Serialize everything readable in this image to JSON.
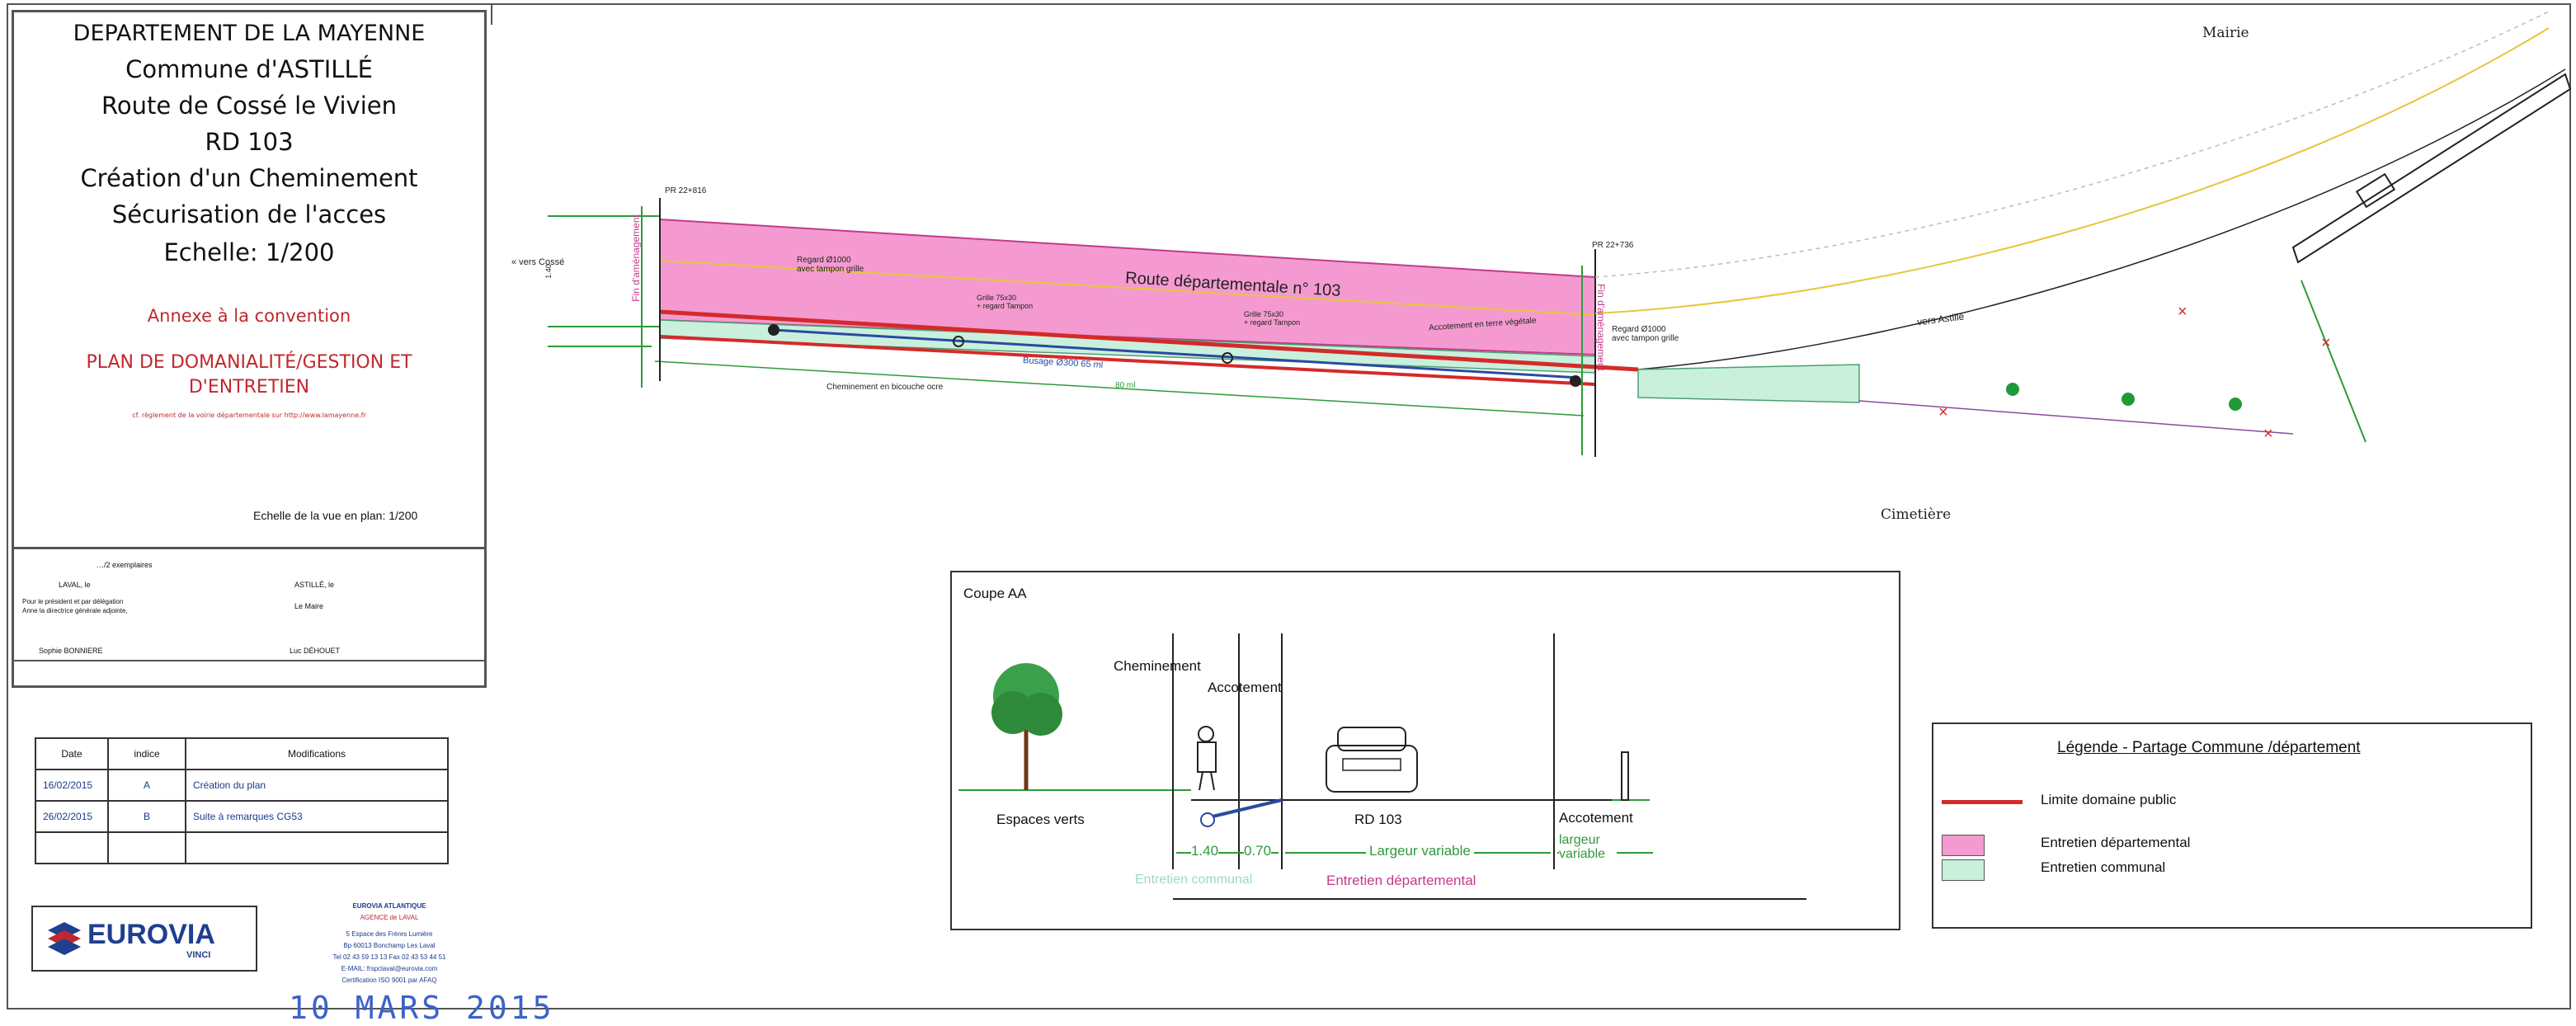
{
  "title_block": {
    "lines": [
      "DEPARTEMENT DE LA MAYENNE",
      "Commune d'ASTILLÉ",
      "Route de Cossé le Vivien",
      "RD 103",
      "Création d'un Cheminement",
      "Sécurisation de l'acces",
      "Echelle: 1/200"
    ],
    "annex": "Annexe à la convention",
    "plan_title": "PLAN DE DOMANIALITÉ/GESTION ET D'ENTRETIEN",
    "note": "cf. règlement de la voirie départementale sur http://www.lamayenne.fr",
    "scale_view": "Echelle de la vue en plan: 1/200"
  },
  "signatures": {
    "copies": "…/2 exemplaires",
    "left_place": "LAVAL, le",
    "right_place": "ASTILLÉ, le",
    "left_role": "Pour le président et par délégation\nAnne la directrice générale adjointe,",
    "right_role": "Le Maire",
    "left_name": "Sophie BONNIERE",
    "right_name": "Luc DÉHOUET"
  },
  "revisions": {
    "headers": [
      "Date",
      "indice",
      "Modifications"
    ],
    "rows": [
      {
        "date": "16/02/2015",
        "indice": "A",
        "mod": "Création du plan"
      },
      {
        "date": "26/02/2015",
        "indice": "B",
        "mod": "Suite à remarques CG53"
      },
      {
        "date": "",
        "indice": "",
        "mod": ""
      }
    ]
  },
  "company": {
    "logo_text": "EUROVIA",
    "logo_sub": "VINCI",
    "name": "EUROVIA ATLANTIQUE",
    "agency": "AGENCE de LAVAL",
    "address": [
      "5 Espace des Frères Lumière",
      "Bp 60013 Bonchamp Les Laval",
      "Tel 02 43 59 13 13 Fax 02 43 53 44 51",
      "E-MAIL: frspclaval@eurovia.com",
      "Certification ISO 9001 par AFAQ"
    ]
  },
  "stamp": "10 MARS 2015",
  "plan": {
    "mairie": "Mairie",
    "cimetiere": "Cimetière",
    "road_label": "Route départementale n° 103",
    "vers_cosse": "« vers Cossé",
    "vers_astille": "vers Astillé",
    "pr_left": "PR 22+816",
    "pr_right": "PR 22+736",
    "fin_left": "Fin d'aménagement",
    "fin_right": "Fin d'aménagement",
    "regard_left": "Regard Ø1000\navec tampon grille",
    "regard_right": "Regard Ø1000\navec tampon grille",
    "grille1": "Grille 75x30\n+ regard Tampon",
    "grille2": "Grille 75x30\n+ regard Tampon",
    "busage": "Busage Ø300  65 ml",
    "accotement": "Accotement en terre végétale",
    "cheminement": "Cheminement en bicouche ocre",
    "dist": "80 ml",
    "width_left": "1.40"
  },
  "section": {
    "title": "Coupe AA",
    "cheminement": "Cheminement",
    "accotement_top": "Accotement",
    "espaces_verts": "Espaces verts",
    "rd": "RD 103",
    "accotement_right": "Accotement",
    "dim1": "1.40",
    "dim2": "0.70",
    "dim3": "Largeur variable",
    "dim4": "largeur variable",
    "entretien_communal": "Entretien communal",
    "entretien_dept": "Entretien départemental"
  },
  "legend": {
    "title": "Légende - Partage Commune /département",
    "items": [
      {
        "label": "Limite domaine public",
        "color": "#d42a2a",
        "kind": "line"
      },
      {
        "label": "Entretien départemental",
        "color": "#f49ad0",
        "kind": "box"
      },
      {
        "label": "Entretien communal",
        "color": "#c9f0dc",
        "kind": "box"
      }
    ]
  },
  "colors": {
    "dept": "#f49ad0",
    "communal": "#c9f0dc",
    "limit": "#d42a2a",
    "title_red": "#c0282d"
  }
}
